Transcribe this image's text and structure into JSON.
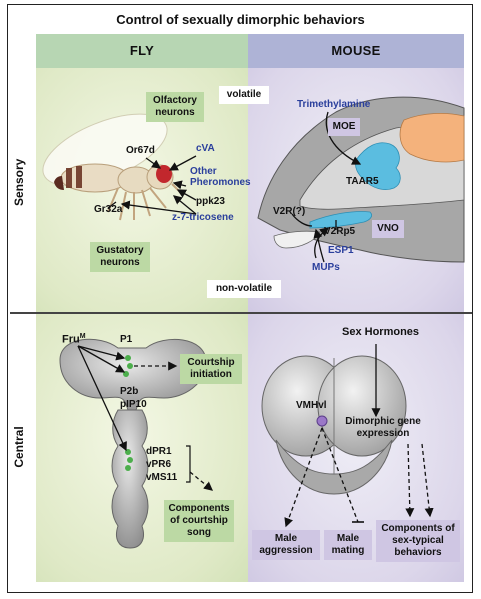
{
  "title": "Control of sexually dimorphic behaviors",
  "columns": {
    "fly": "FLY",
    "mouse": "MOUSE"
  },
  "rows": {
    "sensory": "Sensory",
    "central": "Central"
  },
  "sensory": {
    "volatile": "volatile",
    "non_volatile": "non-volatile",
    "fly": {
      "olfactory_neurons": "Olfactory neurons",
      "gustatory_neurons": "Gustatory neurons",
      "or67d": "Or67d",
      "cva": "cVA",
      "other_pheromones": "Other Pheromones",
      "ppk23": "ppk23",
      "gr32a": "Gr32a",
      "z7_tricosene": "z-7-tricosene"
    },
    "mouse": {
      "trimethylamine": "Trimethylamine",
      "moe": "MOE",
      "taar5": "TAAR5",
      "v2r": "V2R(?)",
      "v2rp5": "V2Rp5",
      "vno": "VNO",
      "esp1": "ESP1",
      "mups": "MUPs"
    }
  },
  "central": {
    "fly": {
      "fru": "Fru",
      "fru_sup": "M",
      "p1": "P1",
      "courtship_initiation": "Courtship initiation",
      "p2b": "P2b",
      "pip10": "pIP10",
      "dpr1": "dPR1",
      "vpr6": "vPR6",
      "vms11": "vMS11",
      "components_song": "Components of courtship song"
    },
    "mouse": {
      "sex_hormones": "Sex Hormones",
      "vmhvl": "VMHvl",
      "dimorphic_gene": "Dimorphic gene expression",
      "male_aggression": "Male aggression",
      "male_mating": "Male mating",
      "sex_typical": "Components of sex-typical behaviors"
    }
  },
  "colors": {
    "fly_header": "#b7d6b3",
    "mouse_header": "#aeb3d6",
    "fly_bg": "#dfe9c6",
    "mouse_bg": "#dcd6ea",
    "label_blue": "#2a3f9c",
    "neuron_green": "#4cae4c",
    "vmhvl_purple": "#9b78c8",
    "olfactory_blue": "#5bbde0",
    "brain_orange": "#f4b27c"
  }
}
